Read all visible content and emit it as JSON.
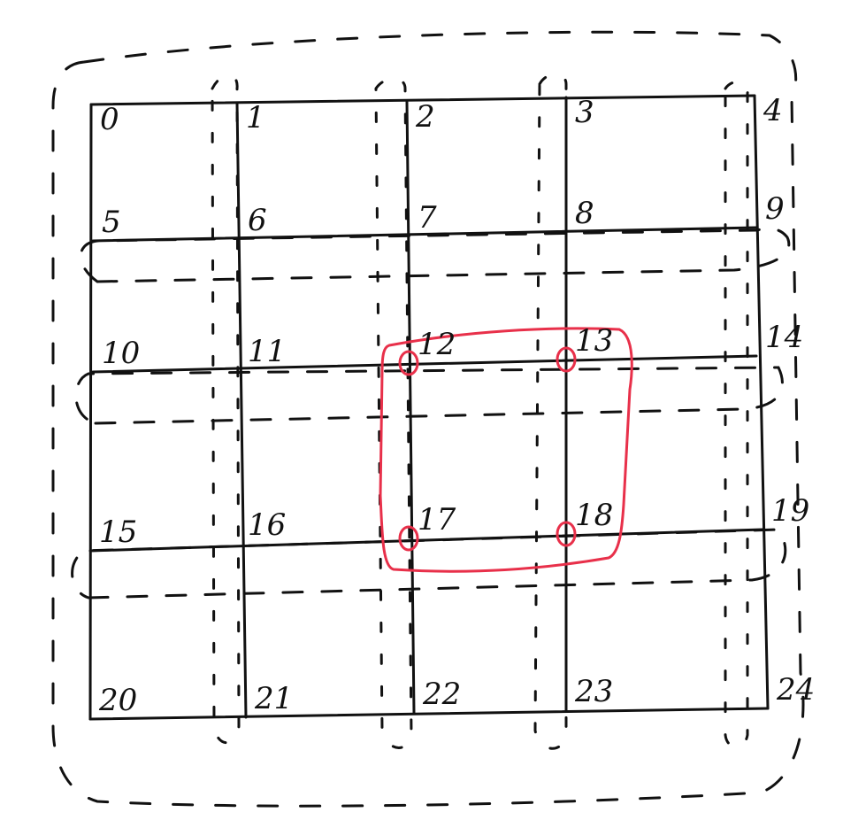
{
  "diagram": {
    "rows": 5,
    "cols": 5,
    "node_labels": [
      "0",
      "1",
      "2",
      "3",
      "4",
      "5",
      "6",
      "7",
      "8",
      "9",
      "10",
      "11",
      "12",
      "13",
      "14",
      "15",
      "16",
      "17",
      "18",
      "19",
      "20",
      "21",
      "22",
      "23",
      "24"
    ],
    "highlighted_nodes": [
      "12",
      "13",
      "17",
      "18"
    ],
    "colors": {
      "ink": "#111111",
      "highlight": "#e8304a"
    }
  }
}
